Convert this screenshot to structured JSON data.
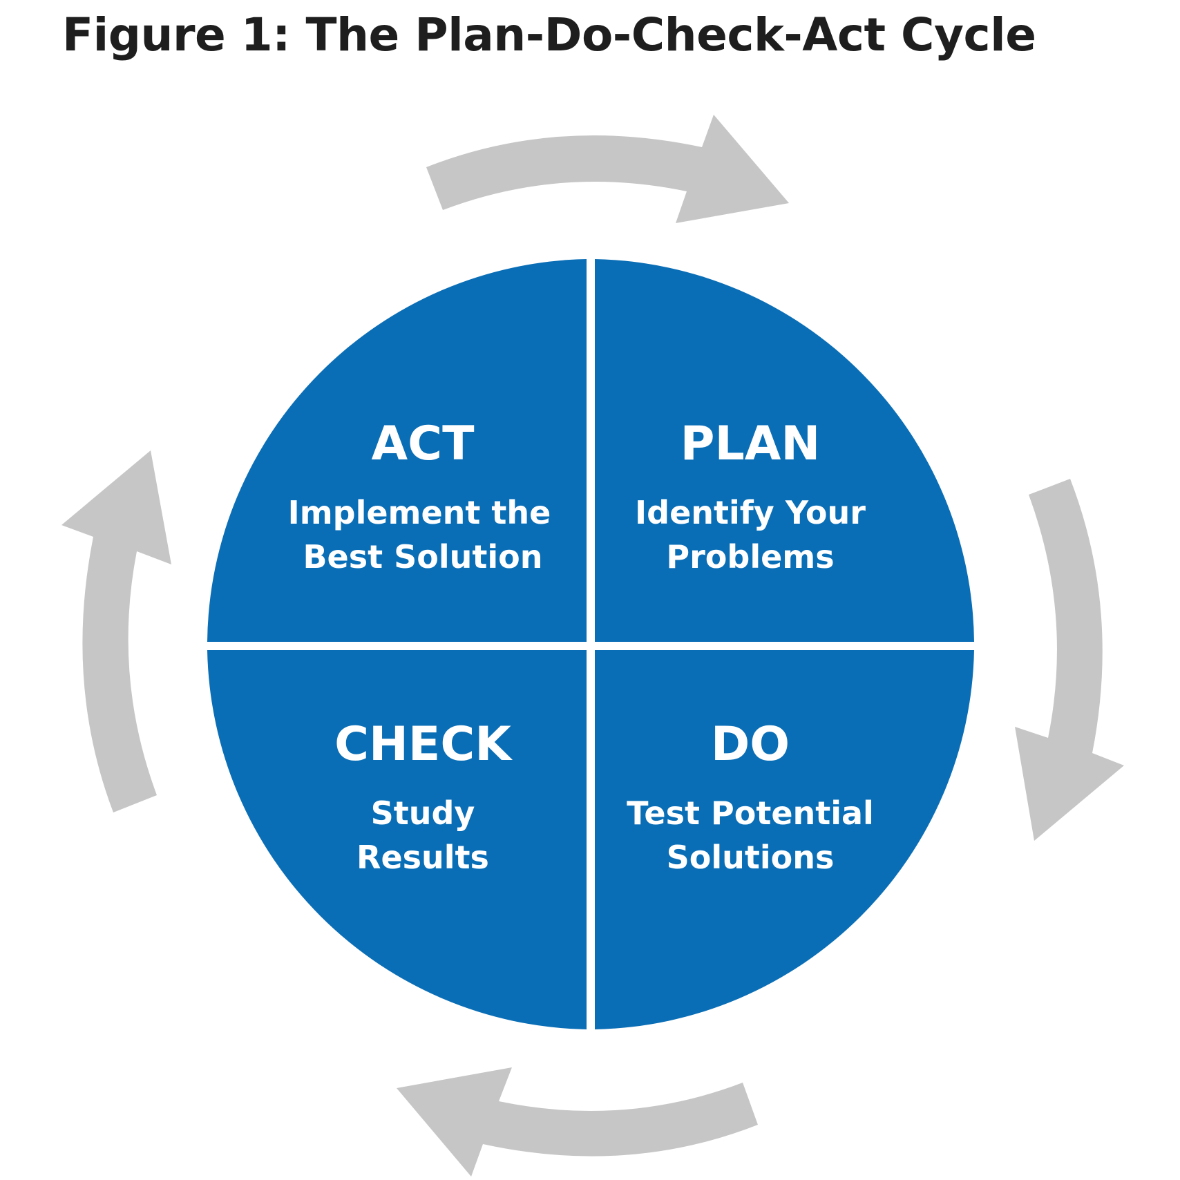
{
  "title": "Figure 1: The Plan-Do-Check-Act Cycle",
  "colors": {
    "quadrant_fill": "#0a6eb6",
    "arrow_fill": "#c6c6c6",
    "text_on_quadrant": "#ffffff",
    "title_text": "#1e1e1e"
  },
  "quadrants": {
    "act": {
      "heading": "ACT",
      "line1": "Implement the",
      "line2": "Best Solution"
    },
    "plan": {
      "heading": "PLAN",
      "line1": "Identify Your",
      "line2": "Problems"
    },
    "check": {
      "heading": "CHECK",
      "line1": "Study",
      "line2": "Results"
    },
    "do": {
      "heading": "DO",
      "line1": "Test Potential",
      "line2": "Solutions"
    }
  },
  "cycle_direction": "clockwise"
}
